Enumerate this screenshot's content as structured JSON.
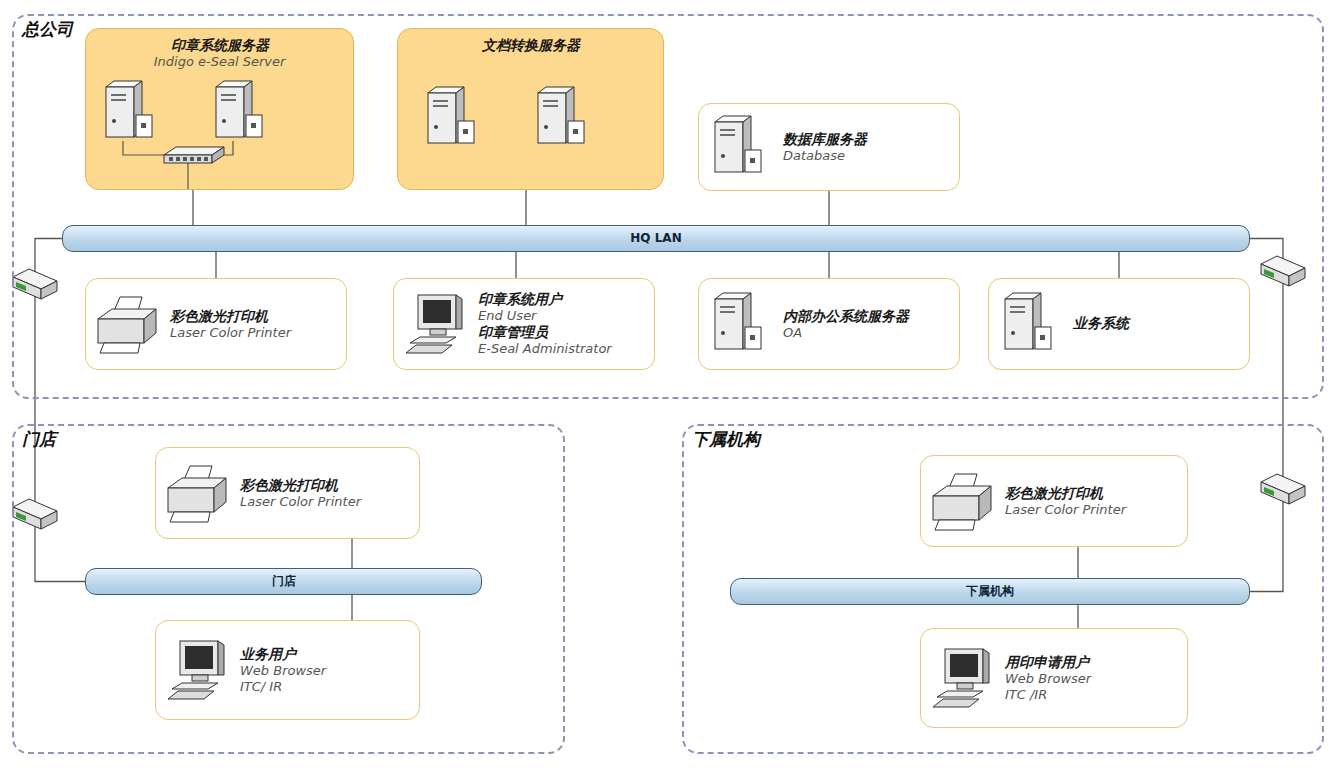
{
  "diagram": {
    "nodes": [
      {
        "text": [
          "总公司"
        ]
      },
      {
        "text": [
          "印章系统服务器",
          "Indigo e-Seal Server"
        ],
        "in": 0
      },
      {
        "text": [
          "文档转换服务器"
        ],
        "in": 0
      },
      {
        "text": [
          "数据库服务器",
          "Database"
        ],
        "in": 0
      },
      {
        "text": [
          "HQ LAN"
        ],
        "in": 0
      },
      {
        "text": [
          "彩色激光打印机",
          "Laser Color Printer"
        ],
        "in": 0
      },
      {
        "text": [
          "印章系统用户",
          "End User",
          "印章管理员",
          "E-Seal Administrator"
        ],
        "in": 0
      },
      {
        "text": [
          "内部办公系统服务器",
          "OA"
        ],
        "in": 0
      },
      {
        "text": [
          "业务系统"
        ],
        "in": 0
      },
      {
        "text": [
          "门店"
        ]
      },
      {
        "text": [
          "彩色激光打印机",
          "Laser Color Printer"
        ],
        "in": 9
      },
      {
        "text": [
          "门店"
        ],
        "in": 9
      },
      {
        "text": [
          "业务用户",
          "Web Browser",
          "ITC/ IR"
        ],
        "in": 9
      },
      {
        "text": [
          "下属机构"
        ]
      },
      {
        "text": [
          "彩色激光打印机",
          "Laser Color Printer"
        ],
        "in": 13
      },
      {
        "text": [
          "下属机构"
        ],
        "in": 13
      },
      {
        "text": [
          "用印申请用户",
          "Web Browser",
          "ITC /IR"
        ],
        "in": 13
      }
    ],
    "edges": [
      {
        "from": 1,
        "to": 4,
        "arrow": "none"
      },
      {
        "from": 2,
        "to": 4,
        "arrow": "none"
      },
      {
        "from": 3,
        "to": 4,
        "arrow": "none"
      },
      {
        "from": 4,
        "to": 5,
        "arrow": "none"
      },
      {
        "from": 4,
        "to": 6,
        "arrow": "none"
      },
      {
        "from": 4,
        "to": 7,
        "arrow": "none"
      },
      {
        "from": 4,
        "to": 8,
        "arrow": "none"
      },
      {
        "from": 4,
        "to": 11,
        "arrow": "none"
      },
      {
        "from": 4,
        "to": 15,
        "arrow": "none"
      },
      {
        "from": 10,
        "to": 11,
        "arrow": "none"
      },
      {
        "from": 11,
        "to": 12,
        "arrow": "none"
      },
      {
        "from": 14,
        "to": 15,
        "arrow": "none"
      },
      {
        "from": 15,
        "to": 16,
        "arrow": "none"
      }
    ]
  }
}
